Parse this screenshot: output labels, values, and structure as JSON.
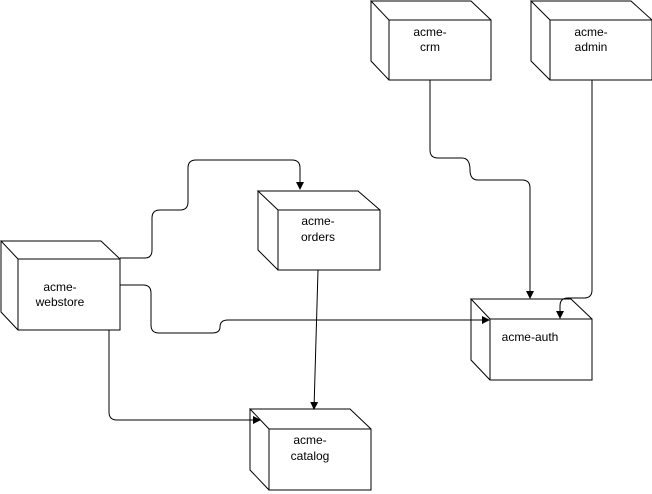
{
  "colors": {
    "stroke": "#000000",
    "background": "#ffffff"
  },
  "nodes": [
    {
      "id": "acme-crm",
      "line1": "acme-",
      "line2": "crm"
    },
    {
      "id": "acme-admin",
      "line1": "acme-",
      "line2": "admin"
    },
    {
      "id": "acme-orders",
      "line1": "acme-",
      "line2": "orders"
    },
    {
      "id": "acme-webstore",
      "line1": "acme-",
      "line2": "webstore"
    },
    {
      "id": "acme-auth",
      "line1": "acme-auth",
      "line2": ""
    },
    {
      "id": "acme-catalog",
      "line1": "acme-",
      "line2": "catalog"
    }
  ],
  "edges": [
    {
      "from": "acme-webstore",
      "to": "acme-orders"
    },
    {
      "from": "acme-webstore",
      "to": "acme-auth"
    },
    {
      "from": "acme-webstore",
      "to": "acme-catalog"
    },
    {
      "from": "acme-orders",
      "to": "acme-catalog"
    },
    {
      "from": "acme-crm",
      "to": "acme-auth"
    },
    {
      "from": "acme-admin",
      "to": "acme-auth"
    }
  ]
}
